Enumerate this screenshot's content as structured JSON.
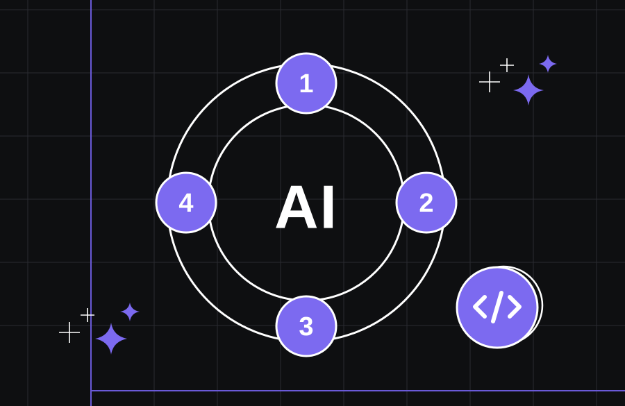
{
  "diagram": {
    "center_label": "AI",
    "nodes": [
      {
        "label": "1",
        "position": "top"
      },
      {
        "label": "2",
        "position": "right"
      },
      {
        "label": "3",
        "position": "bottom"
      },
      {
        "label": "4",
        "position": "left"
      }
    ]
  },
  "icons": {
    "code_badge": "code-icon",
    "sparkles": "sparkle-icon",
    "crosses": "plus-icon"
  },
  "colors": {
    "background": "#0e0f11",
    "grid": "#2a2b31",
    "accent": "#7c6af0",
    "accent_line": "#6a5ad8",
    "stroke": "#ffffff"
  }
}
